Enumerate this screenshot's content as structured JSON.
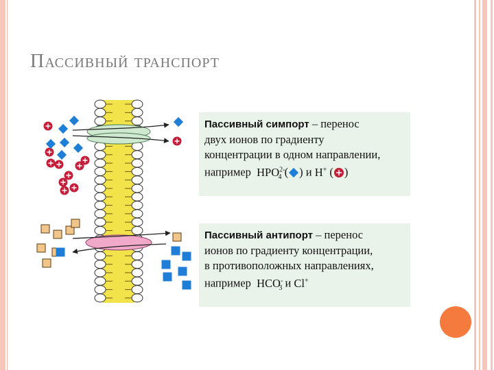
{
  "slide": {
    "title": "Пассивный транспорт"
  },
  "symport": {
    "heading": "Пассивный симпорт",
    "dash": " – перенос",
    "line2": "двух ионов по градиенту",
    "line3": "концентрации в одном направлении,",
    "line4_prefix": "например",
    "ion1": "HPO",
    "ion1_sub": "4",
    "ion1_sup": "2-",
    "paren_open": "(",
    "paren_close": ")",
    "conj": "и",
    "ion2": "H",
    "ion2_sup": "+"
  },
  "antiport": {
    "heading": "Пассивный антипорт",
    "dash": " – перенос",
    "line2": "ионов по градиенту концентрации,",
    "line3": "в противоположных направлениях,",
    "line4_prefix": "например",
    "ion1": "HCO",
    "ion1_sub": "3",
    "ion1_sup": "-",
    "conj": "и",
    "ion2": "Cl",
    "ion2_sup": "+"
  },
  "colors": {
    "accent": "#f57a3e",
    "border": "#f6c7b8",
    "membrane": "#f3e34a",
    "ion_red": "#c41e3a",
    "ion_blue": "#1f7fd6",
    "ion_square": "#e8b06a",
    "protein_green": "#cfe8d0",
    "protein_pink": "#f1a9c9"
  }
}
